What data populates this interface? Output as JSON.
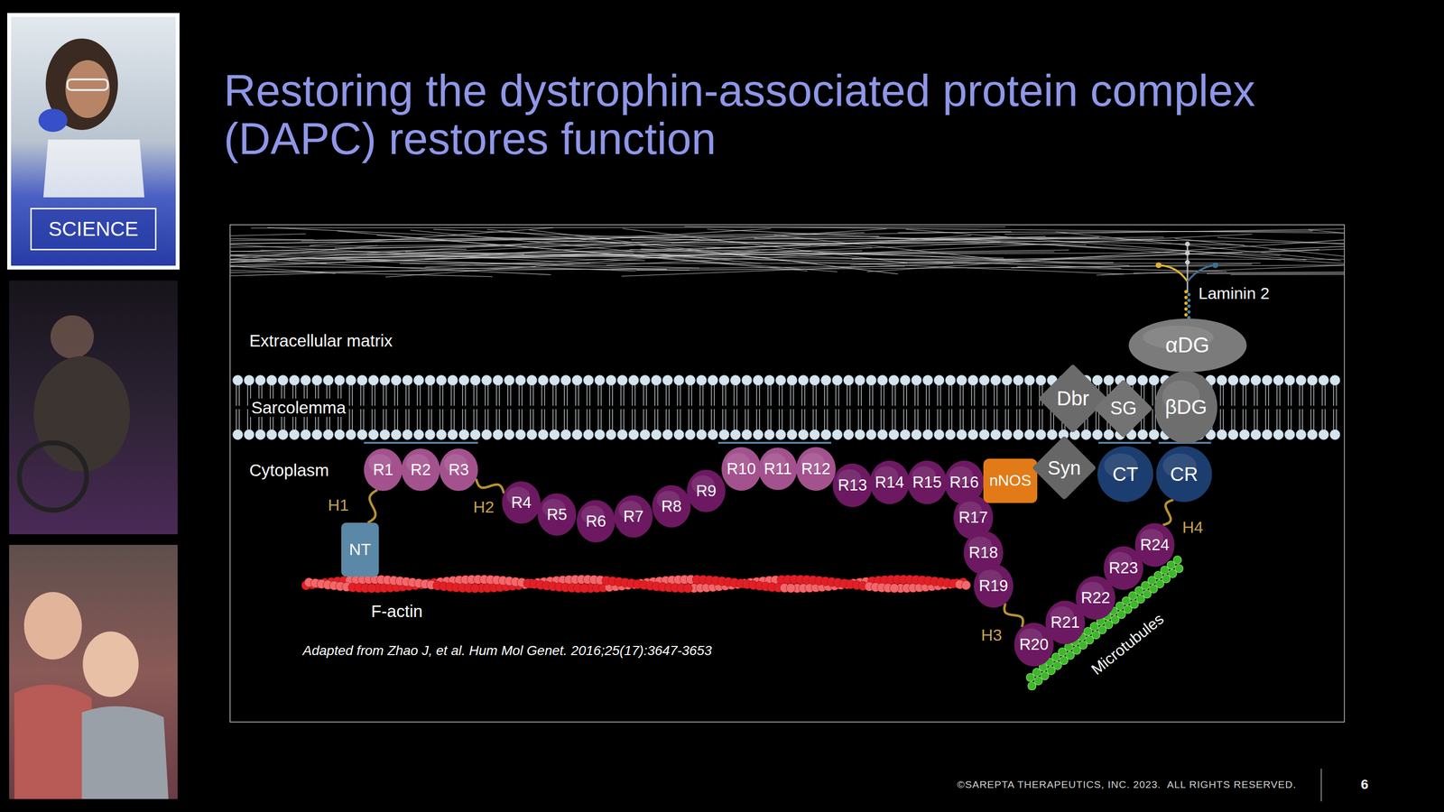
{
  "diagram": {
    "title": "Restoring the dystrophin-associated protein complex (DAPC) restores function",
    "caption": "Adapted from Zhao J, et al. Hum Mol Genet. 2016;25(17):3647-3653",
    "nodes": [
      {
        "text": [
          "SCIENCE"
        ]
      },
      {
        "text": [
          "NT"
        ]
      },
      {
        "text": [
          "R1"
        ]
      },
      {
        "text": [
          "R2"
        ]
      },
      {
        "text": [
          "R3"
        ]
      },
      {
        "text": [
          "R4"
        ]
      },
      {
        "text": [
          "R5"
        ]
      },
      {
        "text": [
          "R6"
        ]
      },
      {
        "text": [
          "R7"
        ]
      },
      {
        "text": [
          "R8"
        ]
      },
      {
        "text": [
          "R9"
        ]
      },
      {
        "text": [
          "R10"
        ]
      },
      {
        "text": [
          "R11"
        ]
      },
      {
        "text": [
          "R12"
        ]
      },
      {
        "text": [
          "R13"
        ]
      },
      {
        "text": [
          "R14"
        ]
      },
      {
        "text": [
          "R15"
        ]
      },
      {
        "text": [
          "R16"
        ]
      },
      {
        "text": [
          "R17"
        ]
      },
      {
        "text": [
          "R18"
        ]
      },
      {
        "text": [
          "R19"
        ]
      },
      {
        "text": [
          "R20"
        ]
      },
      {
        "text": [
          "R21"
        ]
      },
      {
        "text": [
          "R22"
        ]
      },
      {
        "text": [
          "R23"
        ]
      },
      {
        "text": [
          "R24"
        ]
      },
      {
        "text": [
          "nNOS"
        ]
      },
      {
        "text": [
          "Dbr"
        ]
      },
      {
        "text": [
          "SG"
        ]
      },
      {
        "text": [
          "αDG"
        ]
      },
      {
        "text": [
          "βDG"
        ]
      },
      {
        "text": [
          "Syn"
        ]
      },
      {
        "text": [
          "CT"
        ]
      },
      {
        "text": [
          "CR"
        ]
      }
    ],
    "edges": [
      {
        "from": 1,
        "to": 2,
        "label": "H1",
        "arrow": "none"
      },
      {
        "from": 4,
        "to": 5,
        "label": "H2",
        "arrow": "none"
      },
      {
        "from": 20,
        "to": 21,
        "label": "H3",
        "arrow": "none"
      },
      {
        "from": 25,
        "to": 33,
        "label": "H4",
        "arrow": "none"
      }
    ],
    "labels": [
      "Extracellular matrix",
      "Sarcolemma",
      "Cytoplasm",
      "F-actin",
      "Microtubules",
      "Laminin 2",
      "©SAREPTA THERAPEUTICS, INC. 2023.  ALL RIGHTS RESERVED.",
      "6"
    ]
  }
}
